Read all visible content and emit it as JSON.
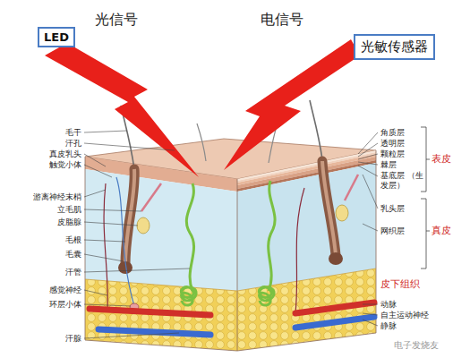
{
  "diagram": {
    "nodes": [
      {
        "text": [
          "LED"
        ]
      },
      {
        "text": [
          "光敏传感器"
        ]
      }
    ],
    "labels": [
      "光信号",
      "电信号",
      "毛干",
      "汗孔",
      "真皮乳头",
      "触觉小体",
      "游离神经末梢",
      "立毛肌",
      "皮脂腺",
      "毛根",
      "毛囊",
      "汗管",
      "感觉神经",
      "环层小体",
      "汗腺",
      "角质层",
      "透明层",
      "颗粒层",
      "棘层",
      "基底层 （生发层）",
      "表皮",
      "乳头层",
      "网织层",
      "真皮",
      "皮下组织",
      "动脉",
      "自主运动神经",
      "静脉",
      "电子发烧友"
    ]
  }
}
